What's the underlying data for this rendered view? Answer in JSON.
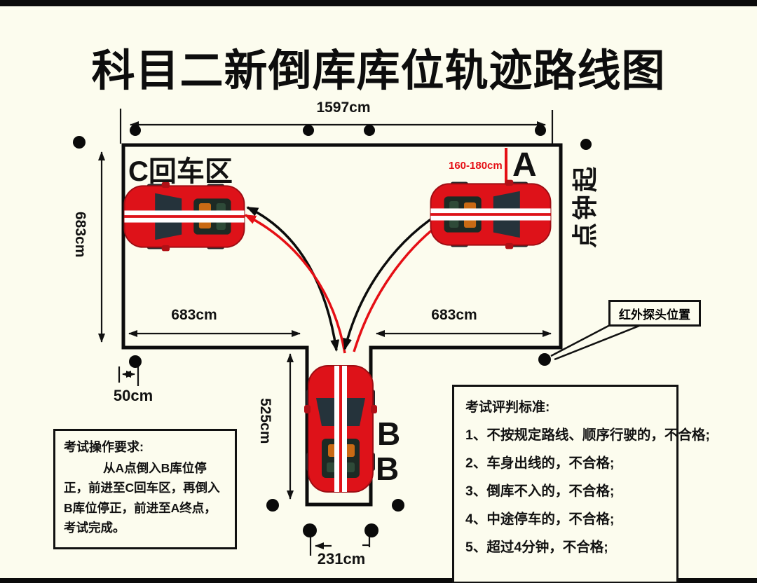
{
  "page": {
    "title": "科目二新倒库库位轨迹路线图"
  },
  "colors": {
    "line": "#111111",
    "accent_red": "#e50f15",
    "car_red": "#de1219"
  },
  "dimensions": {
    "top_width": "1597cm",
    "left_height": "683cm",
    "left_bottom_width": "683cm",
    "right_bottom_width": "683cm",
    "spot_depth": "525cm",
    "probe_offset": "50cm",
    "spot_width": "231cm",
    "start_gap": "160-180cm"
  },
  "zones": {
    "c_area": "C回车区",
    "a_point": "A",
    "b_upper": "B",
    "b_lower": "B",
    "start_timing_note": "点钟起"
  },
  "callout": {
    "infrared_probe": "红外探头位置"
  },
  "requirements_box": {
    "title": "考试操作要求:",
    "body": "从A点倒入B库位停正，前进至C回车区，再倒入B库位停正，前进至A终点，考试完成。"
  },
  "criteria_box": {
    "title": "考试评判标准:",
    "items": [
      "1、不按规定路线、顺序行驶的，不合格;",
      "2、车身出线的，不合格;",
      "3、倒库不入的，不合格;",
      "4、中途停车的，不合格;",
      "5、超过4分钟，不合格;"
    ]
  }
}
